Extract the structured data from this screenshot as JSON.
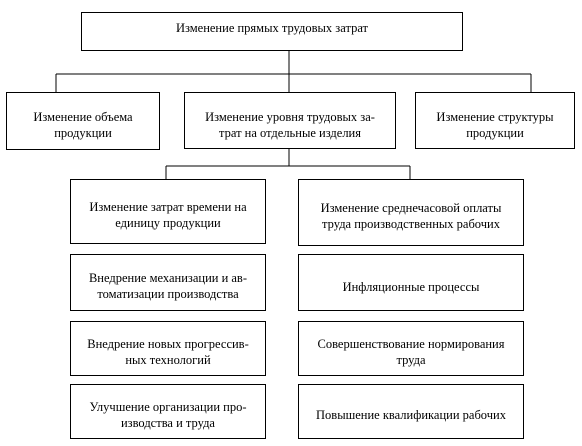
{
  "diagram": {
    "root": "Изменение прямых трудовых затрат",
    "level1": {
      "left": [
        "Изменение объема",
        "продукции"
      ],
      "center": [
        "Изменение уровня трудовых за-",
        "трат на отдельные изделия"
      ],
      "right": [
        "Изменение структуры",
        "продукции"
      ]
    },
    "left_column": [
      [
        "Изменение затрат времени на",
        "единицу продукции"
      ],
      [
        "Внедрение механизации и ав-",
        "томатизации производства"
      ],
      [
        "Внедрение новых прогрессив-",
        "ных технологий"
      ],
      [
        "Улучшение организации про-",
        "изводства и труда"
      ]
    ],
    "right_column": [
      [
        "Изменение среднечасовой оплаты",
        "труда производственных рабочих"
      ],
      [
        "Инфляционные процессы"
      ],
      [
        "Совершенствование нормирования",
        "труда"
      ],
      [
        "Повышение квалификации рабочих"
      ]
    ]
  }
}
